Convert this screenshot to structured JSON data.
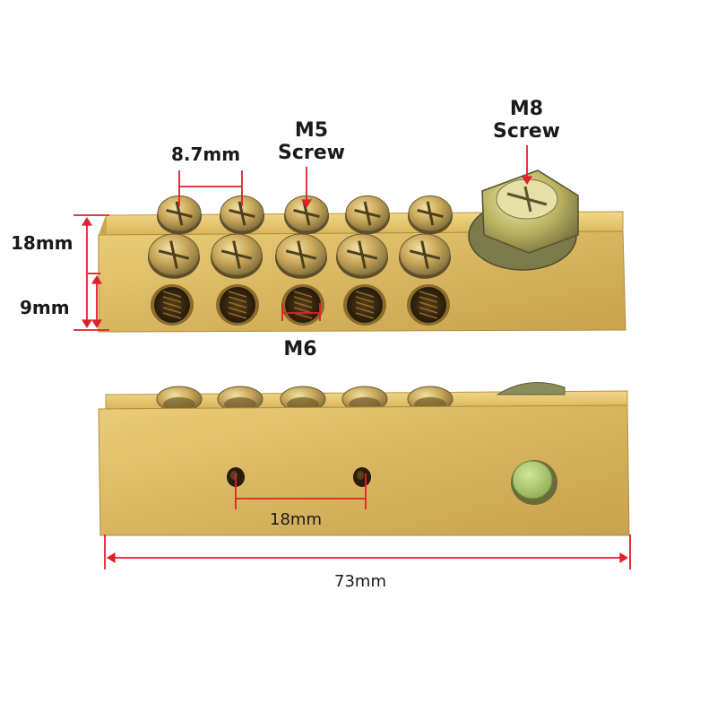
{
  "labels": {
    "pitch": "8.7mm",
    "m5_line1": "M5",
    "m5_line2": "Screw",
    "m8_line1": "M8",
    "m8_line2": "Screw",
    "height_total": "18mm",
    "height_lower": "9mm",
    "hole_thread": "M6",
    "mount_spacing": "18mm",
    "length": "73mm"
  },
  "colors": {
    "dimension_line": "#e0202a",
    "brass_light": "#e6c66a",
    "brass_mid": "#cfa64a",
    "brass_dark": "#9c7a2e",
    "hole": "#3a2a10",
    "green_screw": "#a8c96a"
  },
  "counts": {
    "screws_per_row": 5,
    "screw_rows": 2,
    "side_holes": 5,
    "mount_holes": 2
  }
}
